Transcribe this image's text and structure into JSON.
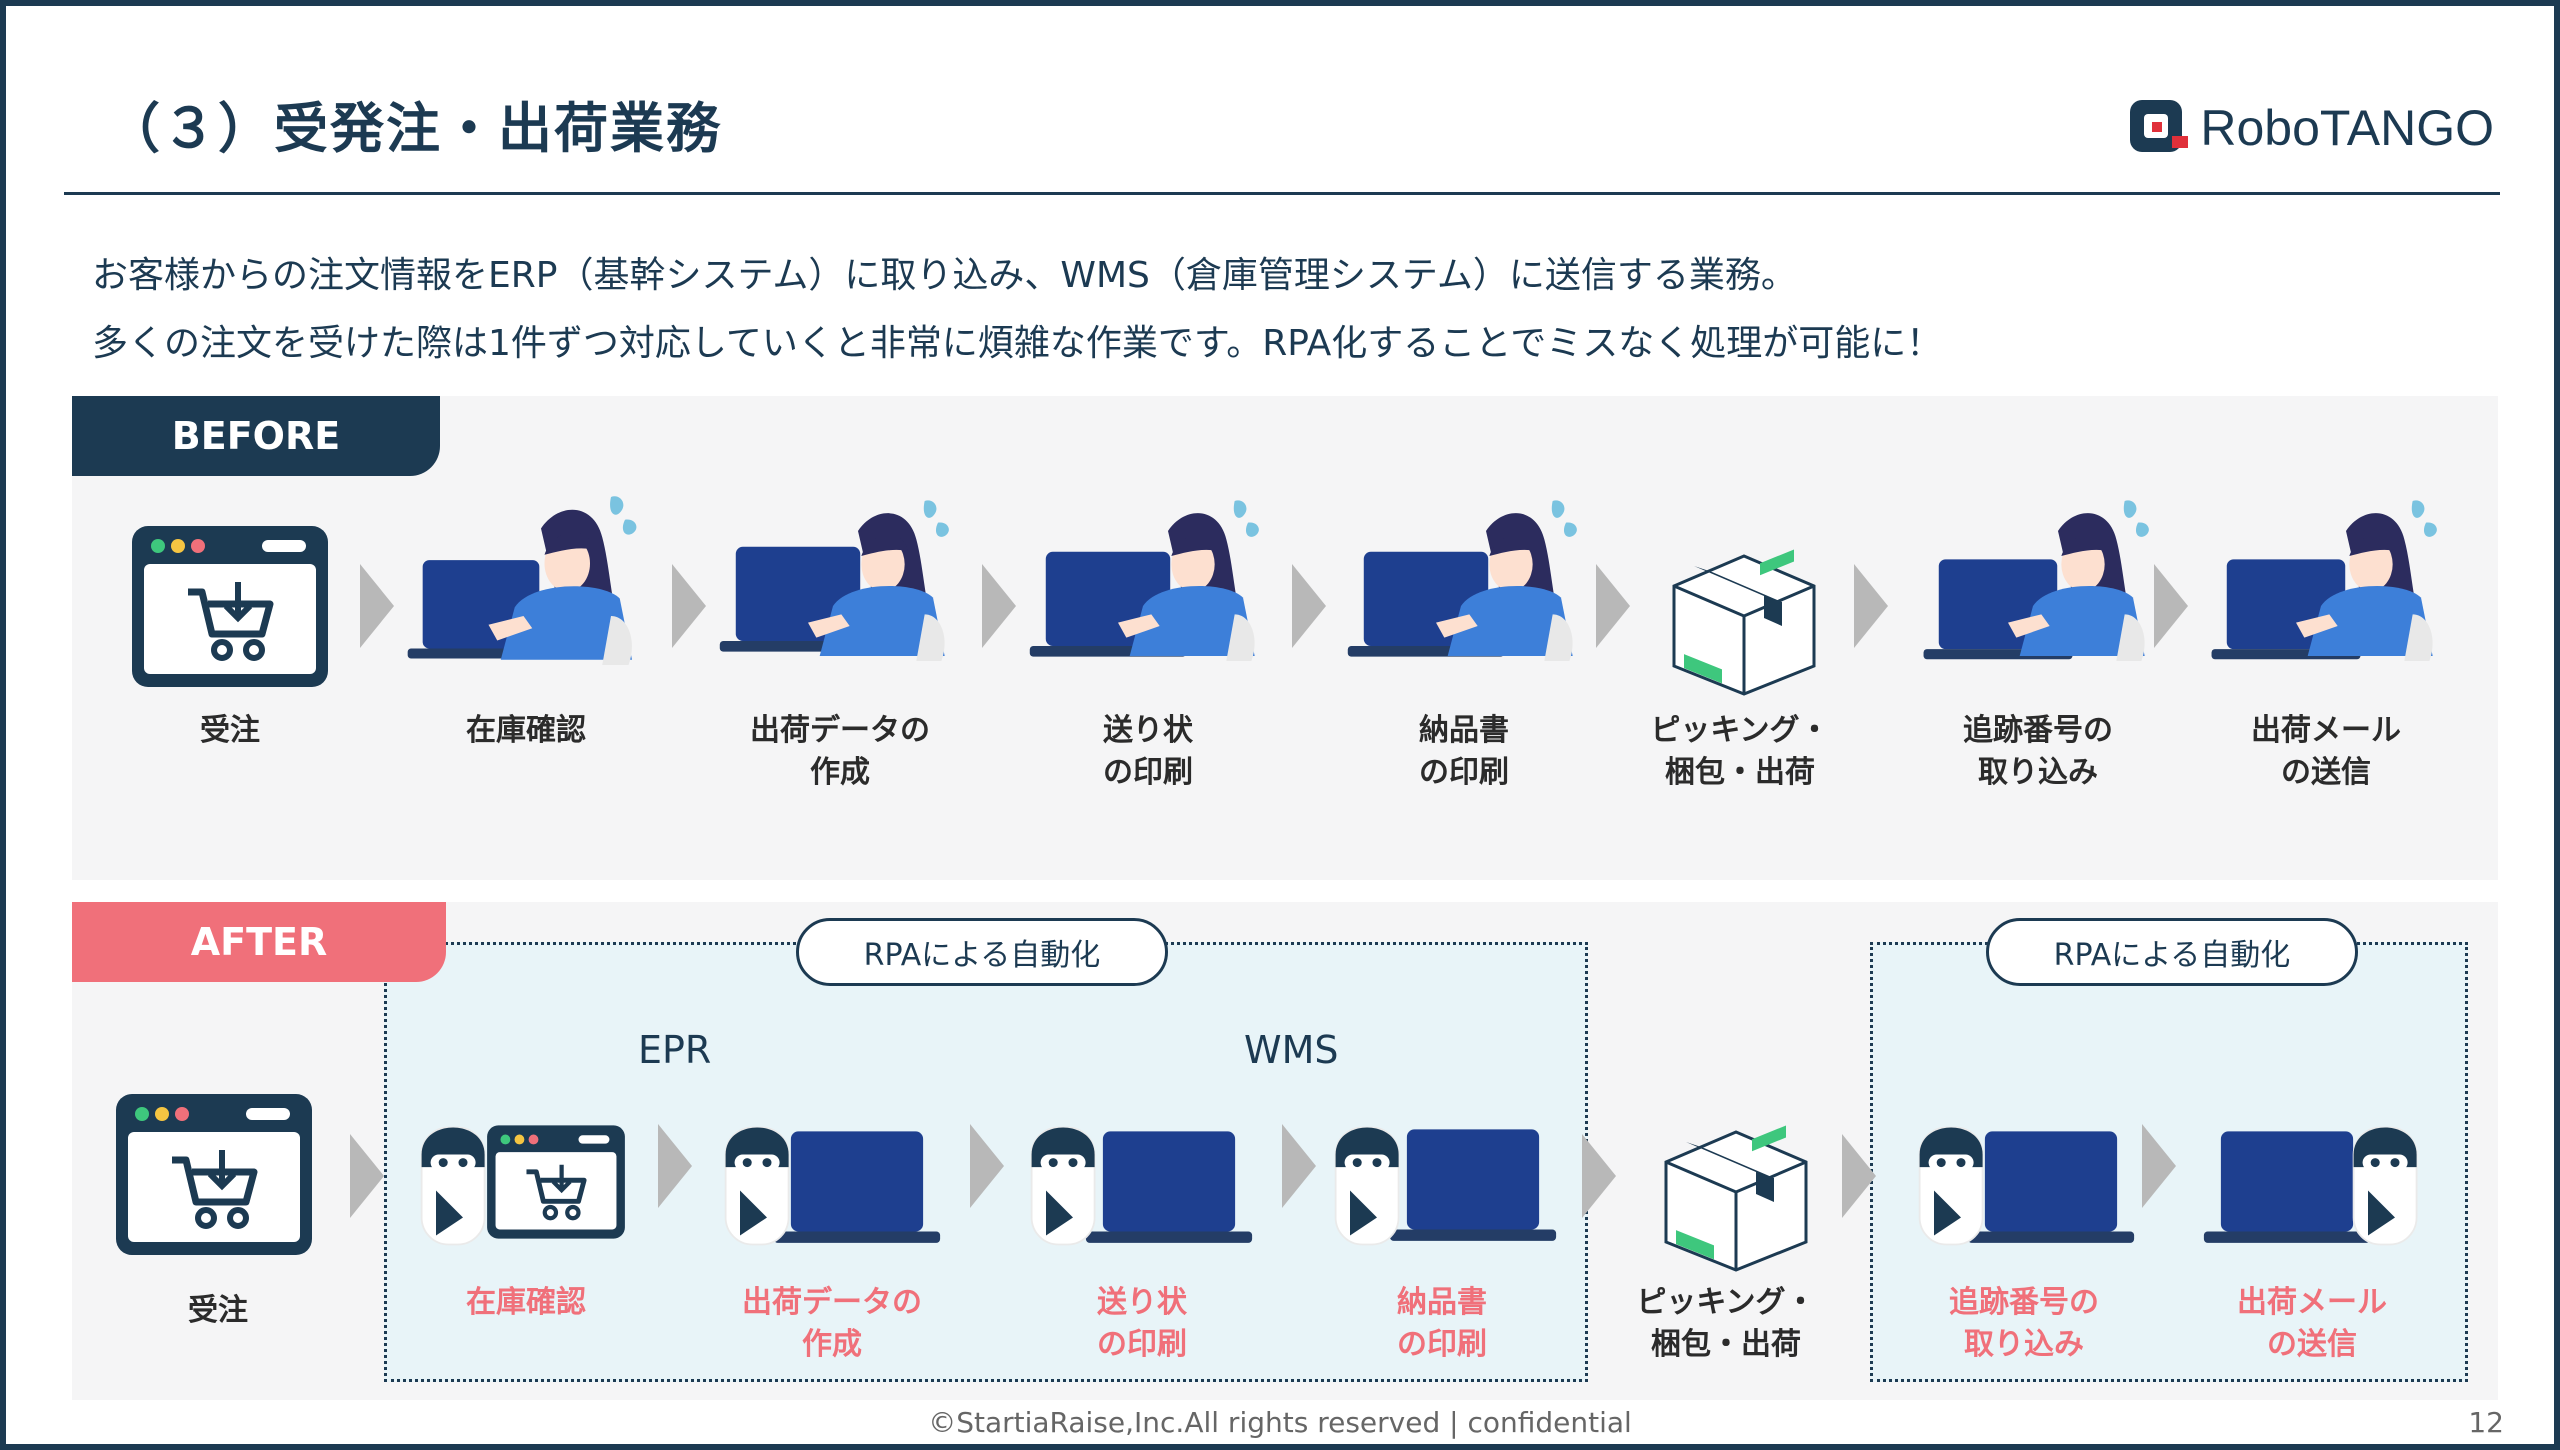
{
  "title": "（３）受発注・出荷業務",
  "logo": {
    "text": "RoboTANGO",
    "icon": "robotango-logo-icon"
  },
  "intro": [
    "お客様からの注文情報をERP（基幹システム）に取り込み、WMS（倉庫管理システム）に送信する業務。",
    "多くの注文を受けた際は1件ずつ対応していくと非常に煩雑な作業です。RPA化することでミスなく処理が可能に！"
  ],
  "before": {
    "tab": "BEFORE",
    "steps": [
      {
        "line1": "受注",
        "line2": "",
        "icon": "shopping-cart-browser-icon"
      },
      {
        "line1": "在庫確認",
        "line2": "",
        "icon": "woman-at-laptop-icon"
      },
      {
        "line1": "出荷データの",
        "line2": "作成",
        "icon": "woman-at-laptop-checklist-icon"
      },
      {
        "line1": "送り状",
        "line2": "の印刷",
        "icon": "woman-at-laptop-form-icon"
      },
      {
        "line1": "納品書",
        "line2": "の印刷",
        "icon": "woman-with-invoice-icon"
      },
      {
        "line1": "ピッキング・",
        "line2": "梱包・出荷",
        "icon": "package-box-icon"
      },
      {
        "line1": "追跡番号の",
        "line2": "取り込み",
        "icon": "woman-at-laptop-spreadsheet-icon"
      },
      {
        "line1": "出荷メール",
        "line2": "の送信",
        "icon": "woman-at-laptop-mail-icon"
      }
    ]
  },
  "after": {
    "tab": "AFTER",
    "automation_label_1": "RPAによる自動化",
    "automation_label_2": "RPAによる自動化",
    "system_1": "EPR",
    "system_2": "WMS",
    "steps": [
      {
        "line1": "受注",
        "line2": "",
        "icon": "shopping-cart-browser-icon",
        "automated": false
      },
      {
        "line1": "在庫確認",
        "line2": "",
        "icon": "robot-browser-icon",
        "automated": true
      },
      {
        "line1": "出荷データの",
        "line2": "作成",
        "icon": "robot-laptop-checklist-icon",
        "automated": true
      },
      {
        "line1": "送り状",
        "line2": "の印刷",
        "icon": "robot-laptop-form-icon",
        "automated": true
      },
      {
        "line1": "納品書",
        "line2": "の印刷",
        "icon": "robot-invoice-icon",
        "automated": true
      },
      {
        "line1": "ピッキング・",
        "line2": "梱包・出荷",
        "icon": "package-box-icon",
        "automated": false
      },
      {
        "line1": "追跡番号の",
        "line2": "取り込み",
        "icon": "robot-laptop-spreadsheet-icon",
        "automated": true
      },
      {
        "line1": "出荷メール",
        "line2": "の送信",
        "icon": "robot-laptop-mail-icon",
        "automated": true
      }
    ]
  },
  "footer": "©StartiaRaise,Inc.All rights reserved | confidential",
  "page_number": "12",
  "colors": {
    "navy": "#1c3a52",
    "pink": "#f0707a",
    "panel": "#f5f5f6",
    "automation_bg": "#e8f4f8",
    "woman_shirt": "#3d7fd9",
    "laptop": "#1e3f8f"
  }
}
